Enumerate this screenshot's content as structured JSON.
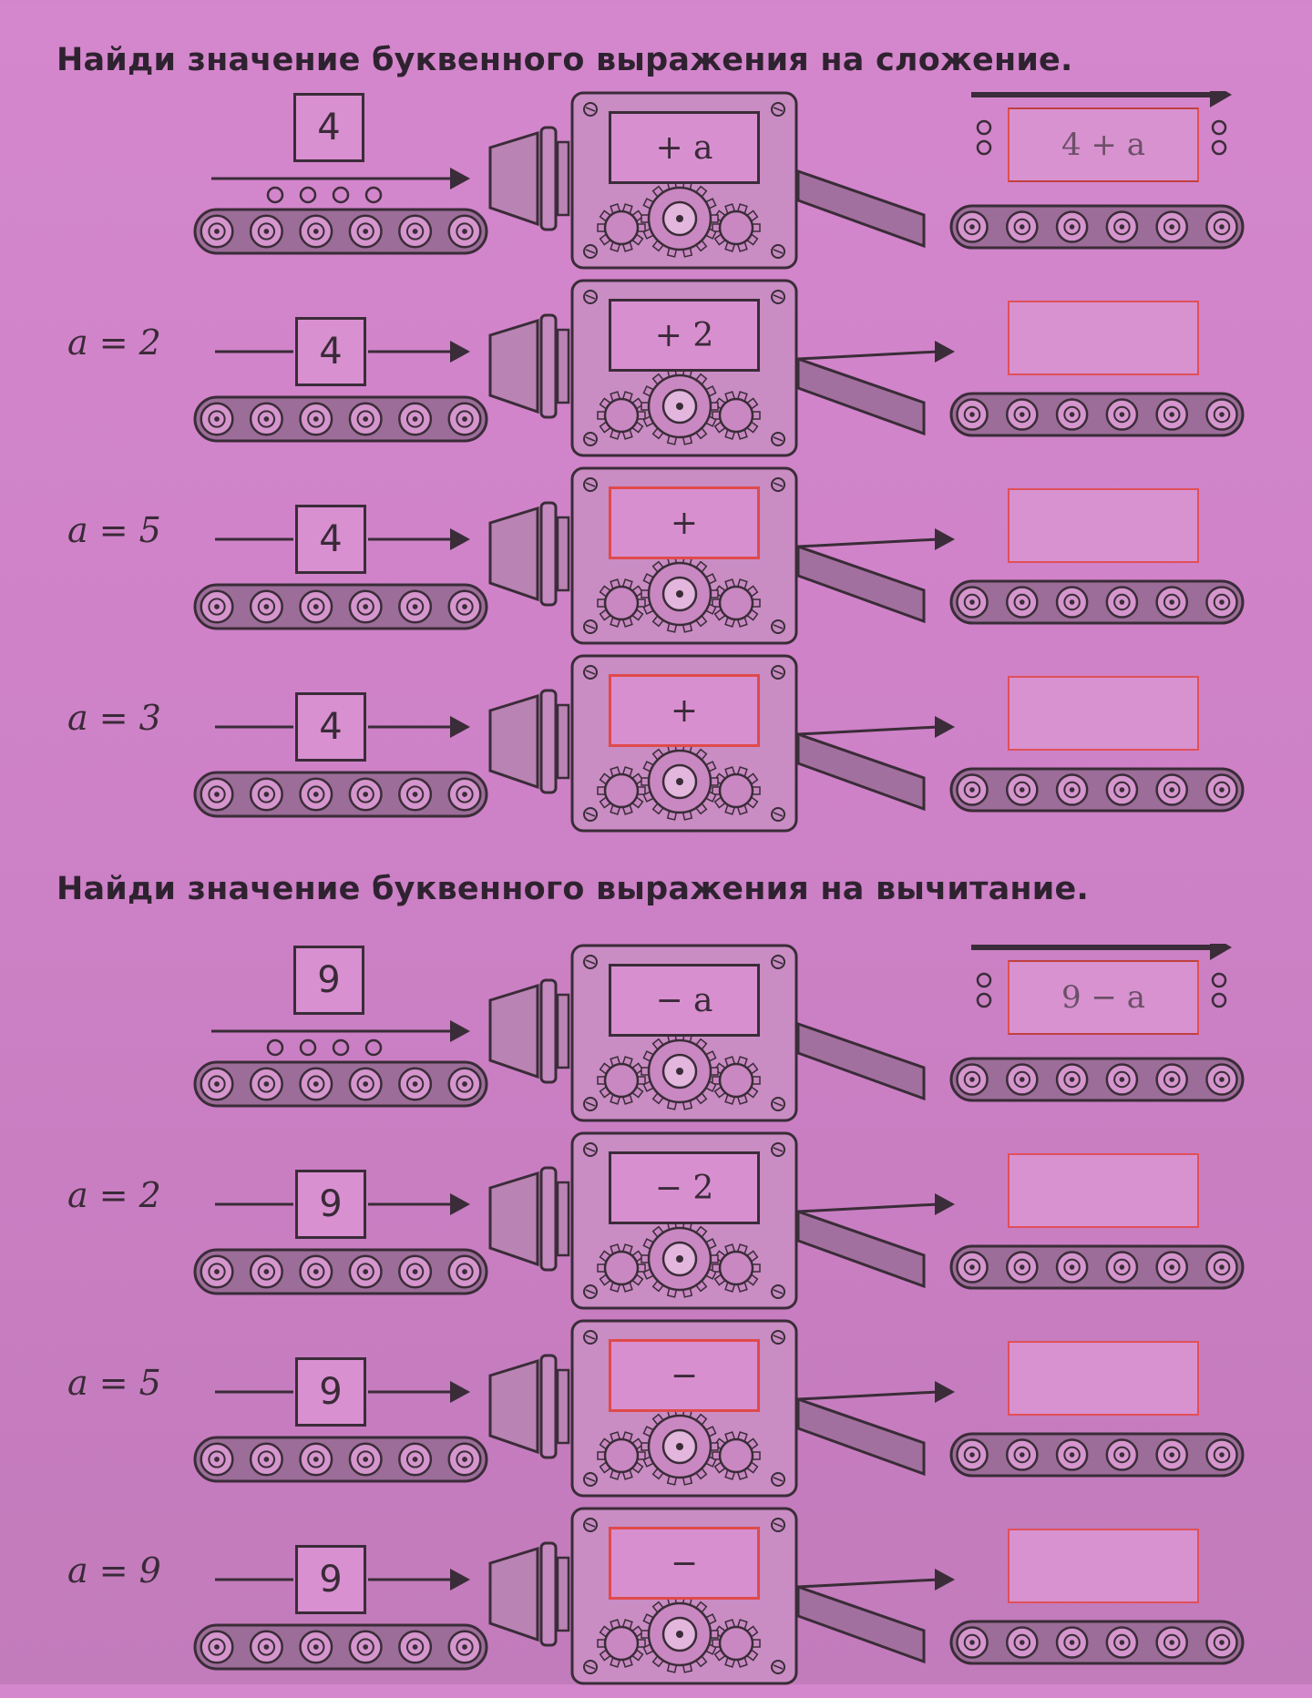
{
  "addition": {
    "title": "Найди значение буквенного выражения на сложение.",
    "example": {
      "input": "4",
      "operator": "+ a",
      "result": "4 + a"
    },
    "rows": [
      {
        "a_label": "a = 2",
        "input": "4",
        "operator": "+ 2"
      },
      {
        "a_label": "a = 5",
        "input": "4",
        "operator": "+"
      },
      {
        "a_label": "a = 3",
        "input": "4",
        "operator": "+"
      }
    ]
  },
  "subtraction": {
    "title": "Найди значение буквенного выражения на вычитание.",
    "example": {
      "input": "9",
      "operator": "− a",
      "result": "9 − a"
    },
    "rows": [
      {
        "a_label": "a = 2",
        "input": "9",
        "operator": "− 2"
      },
      {
        "a_label": "a = 5",
        "input": "9",
        "operator": "−"
      },
      {
        "a_label": "a = 9",
        "input": "9",
        "operator": "−"
      }
    ]
  }
}
